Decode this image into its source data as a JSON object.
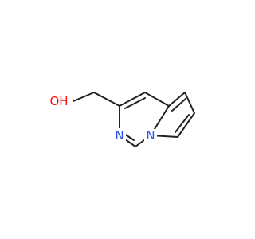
{
  "molecule": {
    "atoms": [
      {
        "id": "O1",
        "label": "OH",
        "color": "#ff0d0d"
      },
      {
        "id": "N1",
        "label": "N",
        "color": "#3050f8"
      },
      {
        "id": "N2",
        "label": "N",
        "color": "#3050f8"
      }
    ]
  },
  "colors": {
    "bond": "#222222",
    "oxygen": "#ff0d0d",
    "nitrogen": "#3050f8",
    "background": "#ffffff"
  }
}
